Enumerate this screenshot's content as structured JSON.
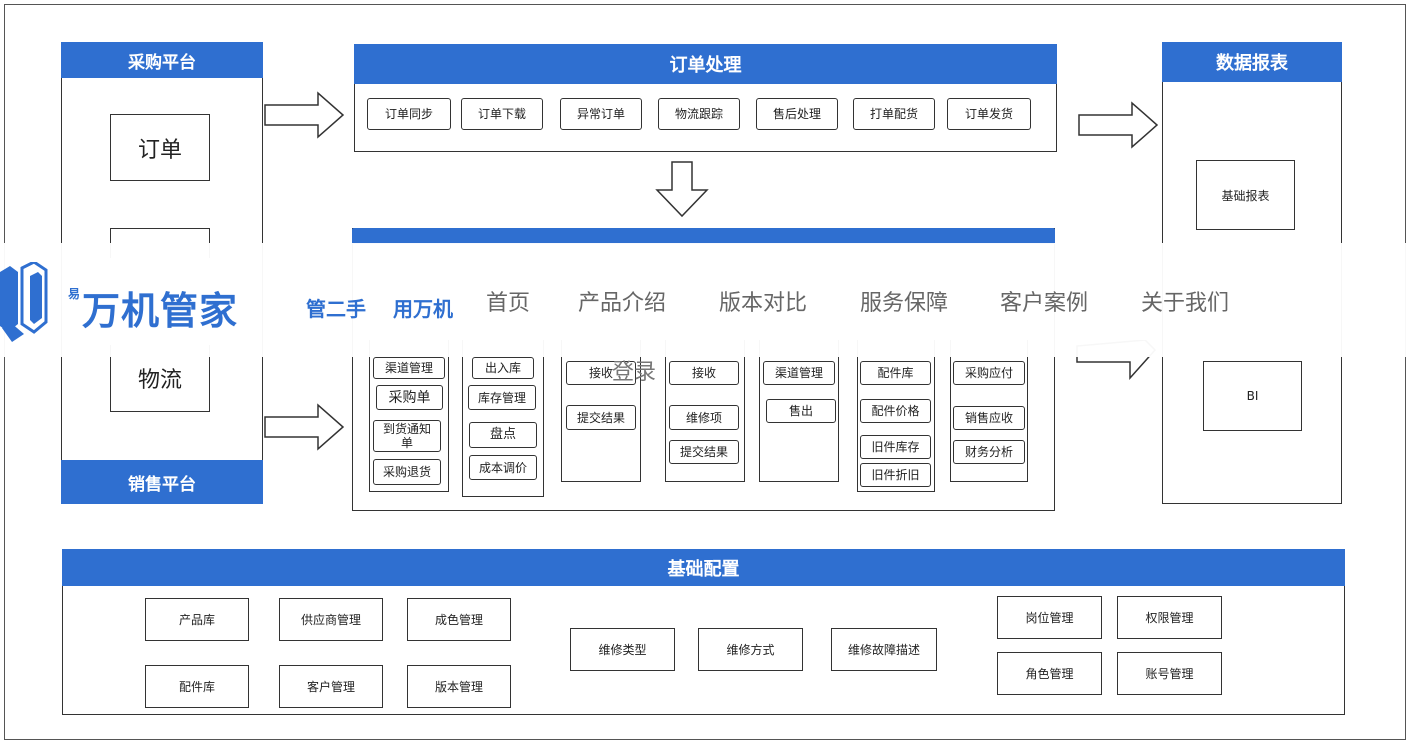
{
  "diagram": {
    "purchase": {
      "title": "采购平台",
      "order": "订单",
      "logistics": "物流"
    },
    "sales": {
      "title": "销售平台"
    },
    "order_processing": {
      "title": "订单处理",
      "items": [
        "订单同步",
        "订单下载",
        "异常订单",
        "物流跟踪",
        "售后处理",
        "打单配货",
        "订单发货"
      ]
    },
    "reports": {
      "title": "数据报表",
      "basic": "基础报表",
      "bi": "BI"
    },
    "mid": {
      "col1": [
        "渠道管理",
        "采购单",
        "到货通知单",
        "采购退货"
      ],
      "col2": [
        "出入库",
        "库存管理",
        "盘点",
        "成本调价"
      ],
      "col3": [
        "接收",
        "提交结果"
      ],
      "col4": [
        "接收",
        "维修项",
        "提交结果"
      ],
      "col5": [
        "渠道管理",
        "售出"
      ],
      "col6": [
        "配件库",
        "配件价格",
        "旧件库存",
        "旧件折旧"
      ],
      "col7": [
        "采购应付",
        "销售应收",
        "财务分析"
      ]
    },
    "base_config": {
      "title": "基础配置",
      "group1": [
        "产品库",
        "供应商管理",
        "成色管理",
        "配件库",
        "客户管理",
        "版本管理"
      ],
      "group2": [
        "维修类型",
        "维修方式",
        "维修故障描述"
      ],
      "group3": [
        "岗位管理",
        "权限管理",
        "角色管理",
        "账号管理"
      ]
    }
  },
  "navbar": {
    "logo_small": "易",
    "logo_text": "万机管家",
    "slogan_left": "管二手",
    "slogan_right": "用万机",
    "items": [
      "首页",
      "产品介绍",
      "版本对比",
      "服务保障",
      "客户案例",
      "关于我们"
    ],
    "login": "登录"
  },
  "colors": {
    "brand_blue": "#2f6fd0",
    "nav_text": "#666666"
  }
}
